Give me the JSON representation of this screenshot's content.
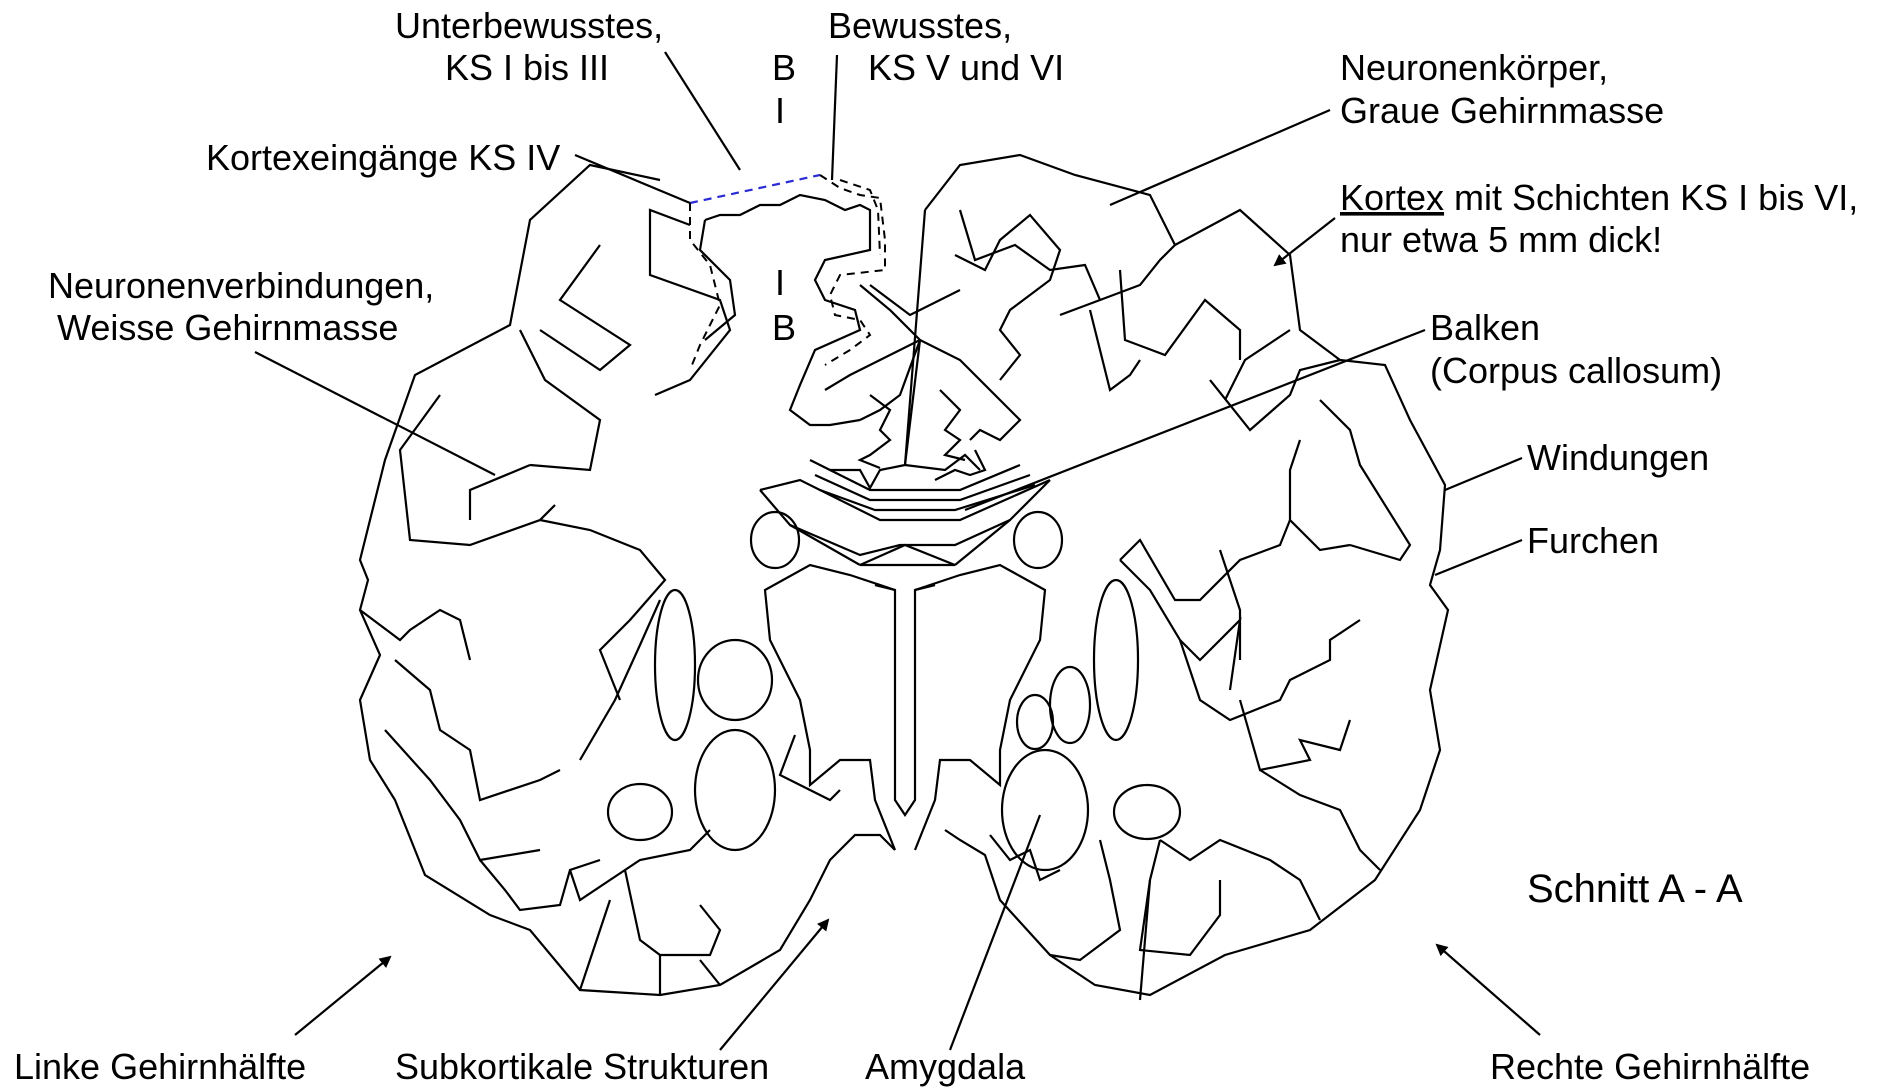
{
  "labels": {
    "unterbewusstes_1": "Unterbewusstes,",
    "unterbewusstes_2": "KS I bis III",
    "bewusstes_1": "Bewusstes,",
    "bewusstes_2": "KS V und VI",
    "b_top": "B",
    "i_top": "I",
    "i_mid": "I",
    "b_mid": "B",
    "kortexeingaenge": "Kortexeingänge KS IV",
    "neuronenverbindungen_1": "Neuronenverbindungen,",
    "neuronenverbindungen_2": "Weisse Gehirnmasse",
    "neuronenkoerper_1": "Neuronenkörper,",
    "neuronenkoerper_2": "Graue Gehirnmasse",
    "kortex_word": "Kortex",
    "kortex_rest": " mit Schichten KS I bis VI,",
    "kortex_2": "nur etwa 5 mm dick!",
    "balken_1": "Balken",
    "balken_2": "(Corpus callosum)",
    "windungen": "Windungen",
    "furchen": "Furchen",
    "schnitt": "Schnitt  A - A",
    "linke": "Linke Gehirnhälfte",
    "subkortikale": "Subkortikale Strukturen",
    "amygdala": "Amygdala",
    "rechte": "Rechte Gehirnhälfte"
  },
  "colors": {
    "line": "#000000",
    "ks4_dash": "#2b2bd6",
    "background": "#ffffff"
  }
}
